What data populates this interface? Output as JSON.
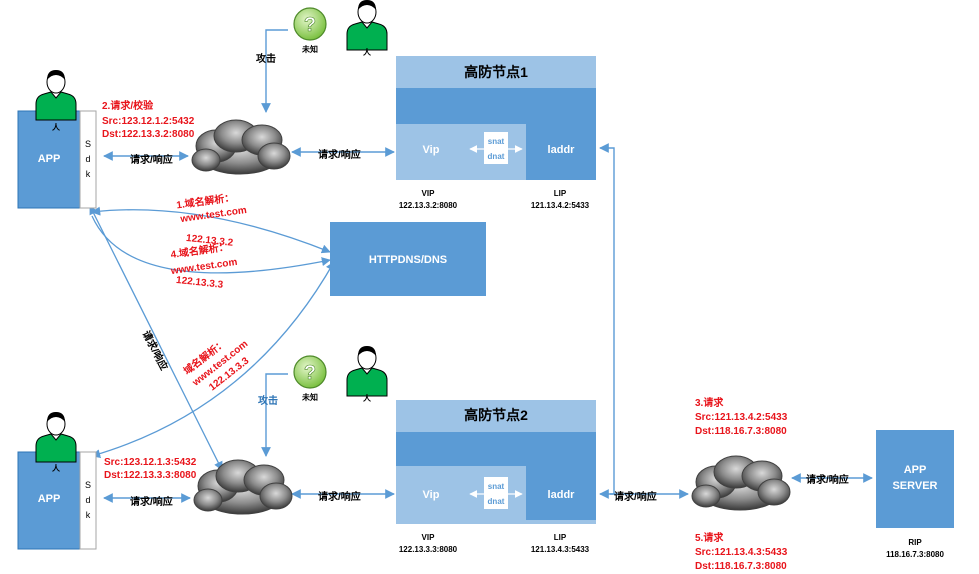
{
  "apps": {
    "top": {
      "label": "APP",
      "sdk": [
        "S",
        "d",
        "k"
      ],
      "person": "人",
      "note_title": "2.请求/校验",
      "src": "Src:123.12.1.2:5432",
      "dst": "Dst:122.13.3.2:8080",
      "link": "请求/响应"
    },
    "bottom": {
      "label": "APP",
      "sdk": [
        "S",
        "d",
        "k"
      ],
      "person": "人",
      "src": "Src:123.12.1.3:5432",
      "dst": "Dst:122.13.3.3:8080",
      "link": "请求/响应"
    }
  },
  "attackers": {
    "top": {
      "attack": "攻击",
      "unknown": "未知",
      "person": "人"
    },
    "bottom": {
      "attack": "攻击",
      "unknown": "未知",
      "person": "人"
    }
  },
  "nodes": {
    "n1": {
      "title": "高防节点1",
      "vip": "Vip",
      "laddr": "laddr",
      "snat": "snat",
      "dnat": "dnat",
      "vip_label": "VIP",
      "vip_addr": "122.13.3.2:8080",
      "lip_label": "LIP",
      "lip_addr": "121.13.4.2:5433",
      "link": "请求/响应"
    },
    "n2": {
      "title": "高防节点2",
      "vip": "Vip",
      "laddr": "laddr",
      "snat": "snat",
      "dnat": "dnat",
      "vip_label": "VIP",
      "vip_addr": "122.13.3.3:8080",
      "lip_label": "LIP",
      "lip_addr": "121.13.4.3:5433",
      "link": "请求/响应"
    }
  },
  "dns": {
    "label": "HTTPDNS/DNS",
    "q1": "1.域名解析：",
    "q1_domain": "www.test.com",
    "q1_ip": "122.13.3.2",
    "q4": "4.域名解析：",
    "q4_domain": "www.test.com",
    "q4_ip": "122.13.3.3",
    "q_rot": "域名解析：",
    "q_rot_domain": "www.test.com",
    "q_rot_ip": "122.13.3.3"
  },
  "cross_link": "请求/响应",
  "server": {
    "label_line1": "APP",
    "label_line2": "SERVER",
    "rip_label": "RIP",
    "rip_addr": "118.16.7.3:8080",
    "link_n2": "请求/响应",
    "link_server": "请求/响应",
    "req3_title": "3.请求",
    "req3_src": "Src:121.13.4.2:5433",
    "req3_dst": "Dst:118.16.7.3:8080",
    "req5_title": "5.请求",
    "req5_src": "Src:121.13.4.3:5433",
    "req5_dst": "Dst:118.16.7.3:8080"
  },
  "colors": {
    "box": "#5b9bd5",
    "node_light": "#9dc3e6",
    "arrow": "#5b9bd5",
    "red": "#e8141b",
    "person": "#00b050",
    "unknown": "#92d050"
  }
}
